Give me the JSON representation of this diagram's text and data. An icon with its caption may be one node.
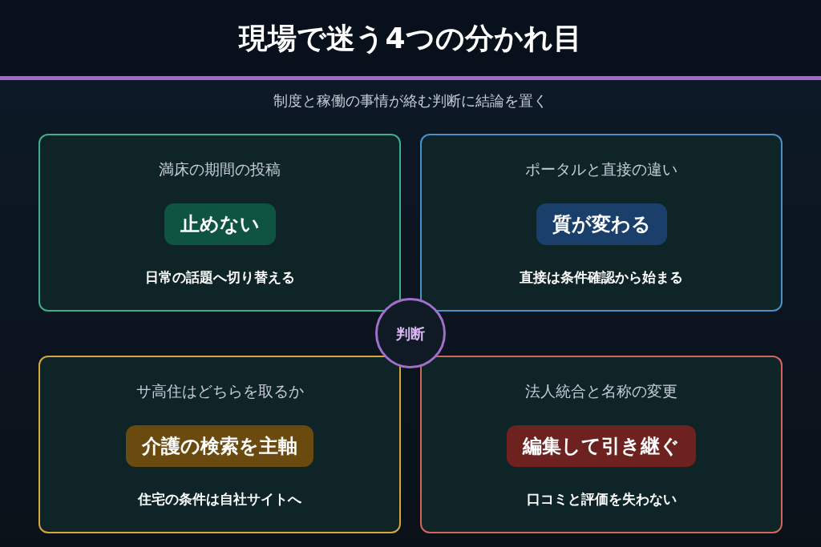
{
  "diagram": {
    "title": "現場で迷う4つの分かれ目",
    "caption": "制度と稼働の事情が絡む判断に結論を置く",
    "nodes": [
      {
        "text": [
          "満床の期間の投稿",
          "日常の話題へ切り替える"
        ]
      },
      {
        "text": [
          "止めない"
        ],
        "in": 0
      },
      {
        "text": [
          "ポータルと直接の違い",
          "直接は条件確認から始まる"
        ]
      },
      {
        "text": [
          "質が変わる"
        ],
        "in": 2
      },
      {
        "text": [
          "判断"
        ]
      },
      {
        "text": [
          "サ高住はどちらを取るか",
          "住宅の条件は自社サイトへ"
        ]
      },
      {
        "text": [
          "介護の検索を主軸"
        ],
        "in": 5
      },
      {
        "text": [
          "法人統合と名称の変更",
          "口コミと評価を失わない"
        ]
      },
      {
        "text": [
          "編集して引き継ぐ"
        ],
        "in": 7
      }
    ]
  }
}
